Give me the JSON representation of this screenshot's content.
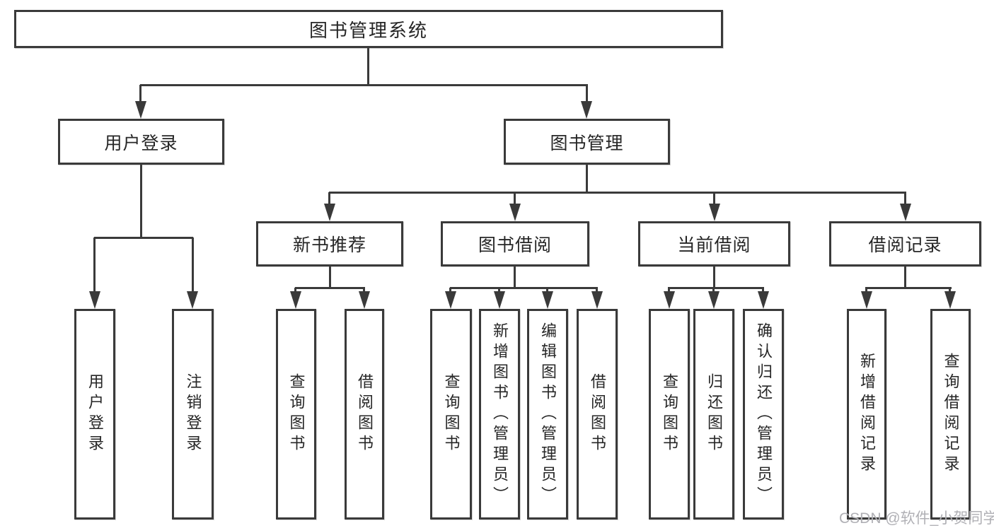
{
  "nodes": {
    "root": "图书管理系统",
    "user_login": "用户登录",
    "book_mgmt": "图书管理",
    "new_book_rec": "新书推荐",
    "book_borrow": "图书借阅",
    "current_borrow": "当前借阅",
    "borrow_record": "借阅记录",
    "leaf_user_login": "用户登录",
    "leaf_logout": "注销登录",
    "leaf_rec_query": "查询图书",
    "leaf_rec_borrow": "借阅图书",
    "leaf_bb_query": "查询图书",
    "leaf_bb_add": "新增图书（管理员）",
    "leaf_bb_edit": "编辑图书（管理员）",
    "leaf_bb_borrow": "借阅图书",
    "leaf_cb_query": "查询图书",
    "leaf_cb_return": "归还图书",
    "leaf_cb_confirm": "确认归还（管理员）",
    "leaf_br_add": "新增借阅记录",
    "leaf_br_query": "查询借阅记录"
  },
  "watermark": "CSDN @软件_小贺同学",
  "colors": {
    "line": "#3a3a3a",
    "text": "#262626",
    "background": "#ffffff",
    "watermark": "#b0b0b5"
  }
}
